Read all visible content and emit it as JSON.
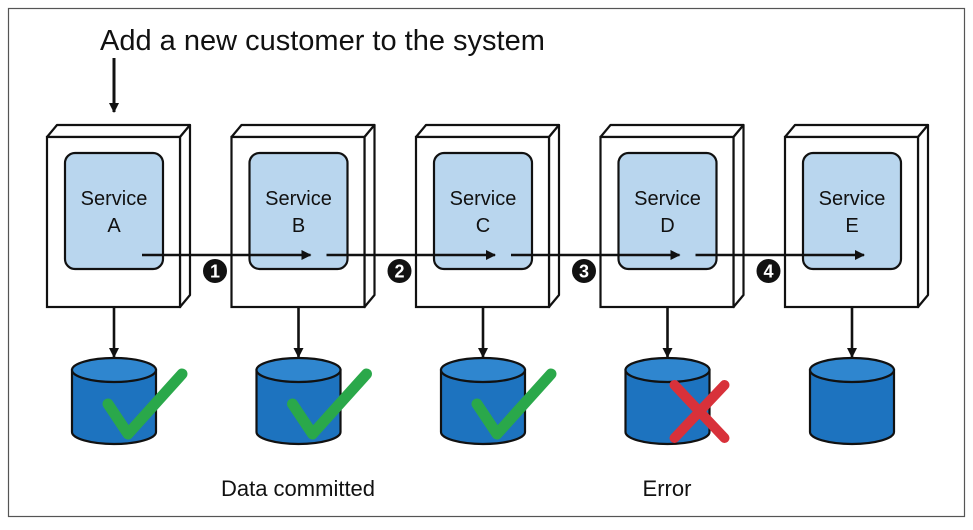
{
  "title": "Add a new customer to the system",
  "services": [
    {
      "line1": "Service",
      "line2": "A",
      "db_status": "success"
    },
    {
      "line1": "Service",
      "line2": "B",
      "db_status": "success"
    },
    {
      "line1": "Service",
      "line2": "C",
      "db_status": "success"
    },
    {
      "line1": "Service",
      "line2": "D",
      "db_status": "error"
    },
    {
      "line1": "Service",
      "line2": "E",
      "db_status": "none"
    }
  ],
  "steps": [
    "1",
    "2",
    "3",
    "4"
  ],
  "captions": {
    "committed": "Data committed",
    "error": "Error"
  },
  "colors": {
    "service_fill": "#b9d6ee",
    "database_fill": "#1d73bf",
    "database_top": "#2f86cf",
    "check": "#2aa84a",
    "cross": "#d8313a",
    "ink": "#111111",
    "frame": "#555555"
  }
}
